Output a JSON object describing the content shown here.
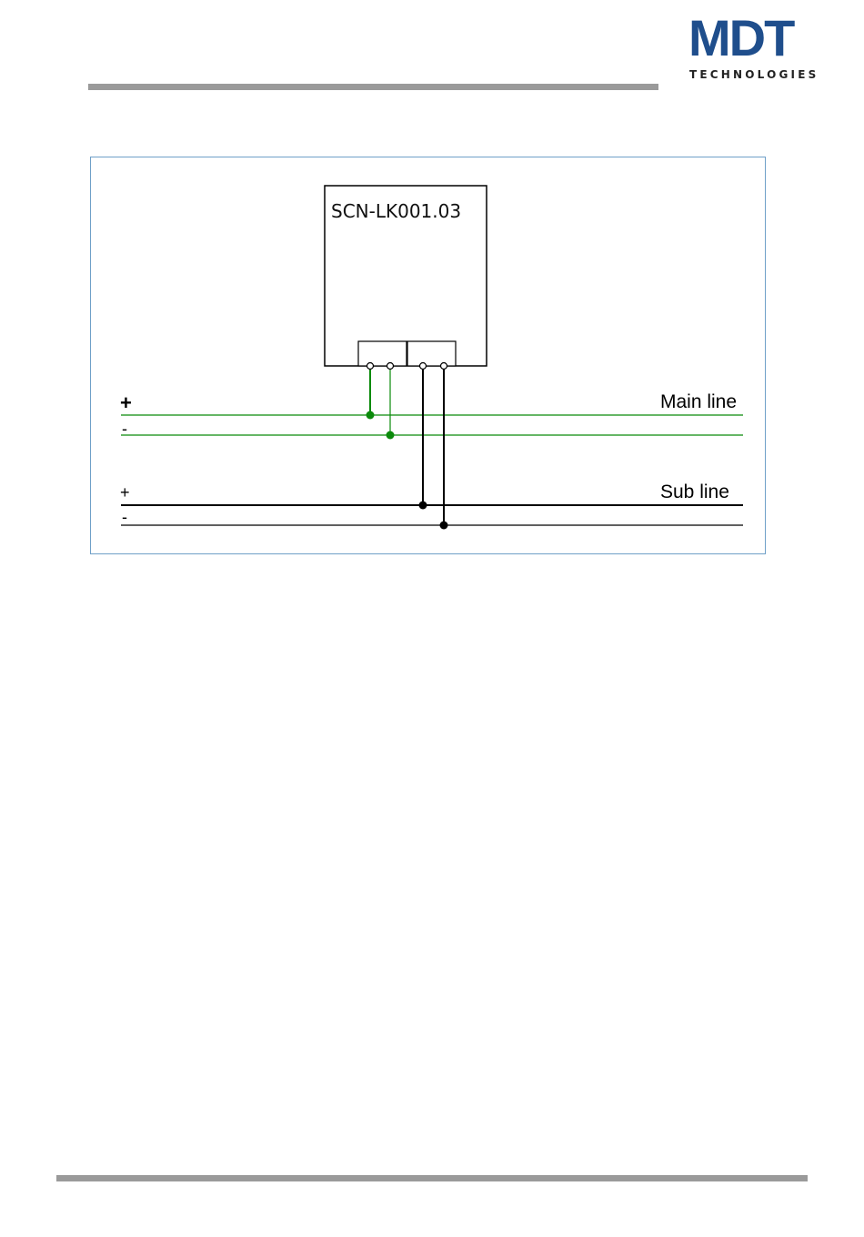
{
  "logo": {
    "mark": "MDT",
    "subtitle": "TECHNOLOGIES",
    "color": "#1f4e8c"
  },
  "diagram": {
    "device_label": "SCN-LK001.03",
    "main_line": {
      "label": "Main line",
      "plus": "+",
      "minus": "-",
      "color": "#0b8a0b"
    },
    "sub_line": {
      "label": "Sub line",
      "plus": "+",
      "minus": "-",
      "color": "#000000"
    }
  }
}
